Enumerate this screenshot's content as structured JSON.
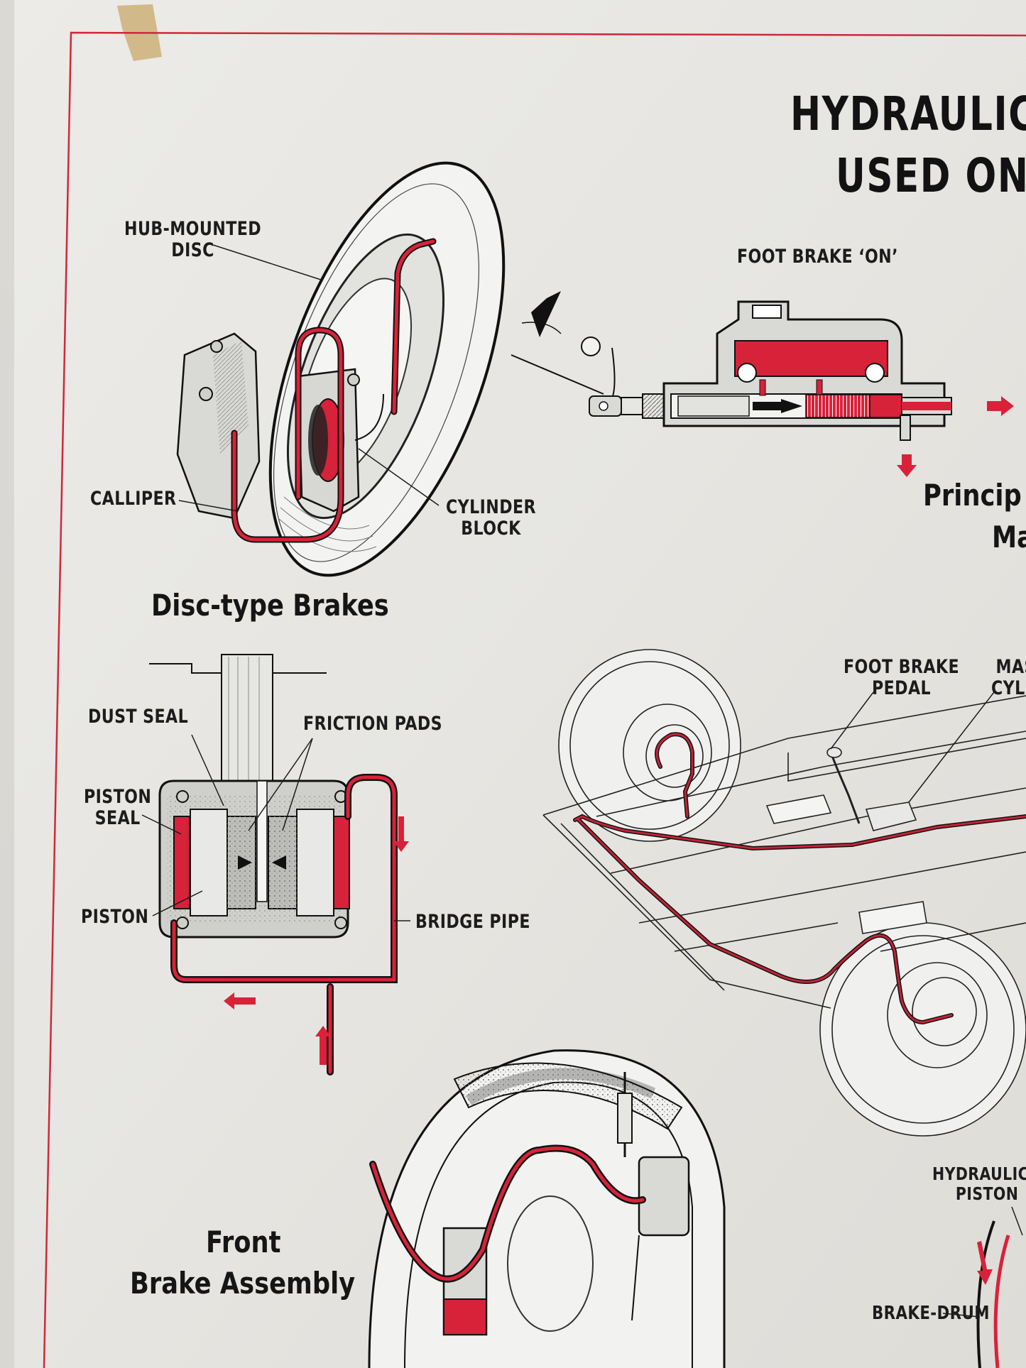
{
  "title": {
    "line1": "HYDRAULIC",
    "line2": "USED ON"
  },
  "captions": {
    "disc_brakes": "Disc-type Brakes",
    "front_brake_assembly_line1": "Front",
    "front_brake_assembly_line2": "Brake Assembly",
    "principle_line1": "Princip",
    "principle_line2": "Ma"
  },
  "labels": {
    "hub_mounted_disc_1": "HUB-MOUNTED",
    "hub_mounted_disc_2": "DISC",
    "calliper": "CALLIPER",
    "cylinder_block_1": "CYLINDER",
    "cylinder_block_2": "BLOCK",
    "foot_brake_on": "FOOT BRAKE ‘ON’",
    "dust_seal": "DUST SEAL",
    "friction_pads": "FRICTION PADS",
    "piston_seal_1": "PISTON",
    "piston_seal_2": "SEAL",
    "piston": "PISTON",
    "bridge_pipe": "BRIDGE PIPE",
    "foot_brake_pedal_1": "FOOT BRAKE",
    "foot_brake_pedal_2": "PEDAL",
    "master_cylinder_1": "MAS",
    "master_cylinder_2": "CYLI",
    "hydraulic_piston_1": "HYDRAULIC",
    "hydraulic_piston_2": "PISTON",
    "brake_drum": "BRAKE-DRUM"
  },
  "colors": {
    "paper": "#e9e8e4",
    "fluid_red": "#d8223a",
    "border_red": "#d0273b",
    "ink": "#1c1c1c"
  }
}
